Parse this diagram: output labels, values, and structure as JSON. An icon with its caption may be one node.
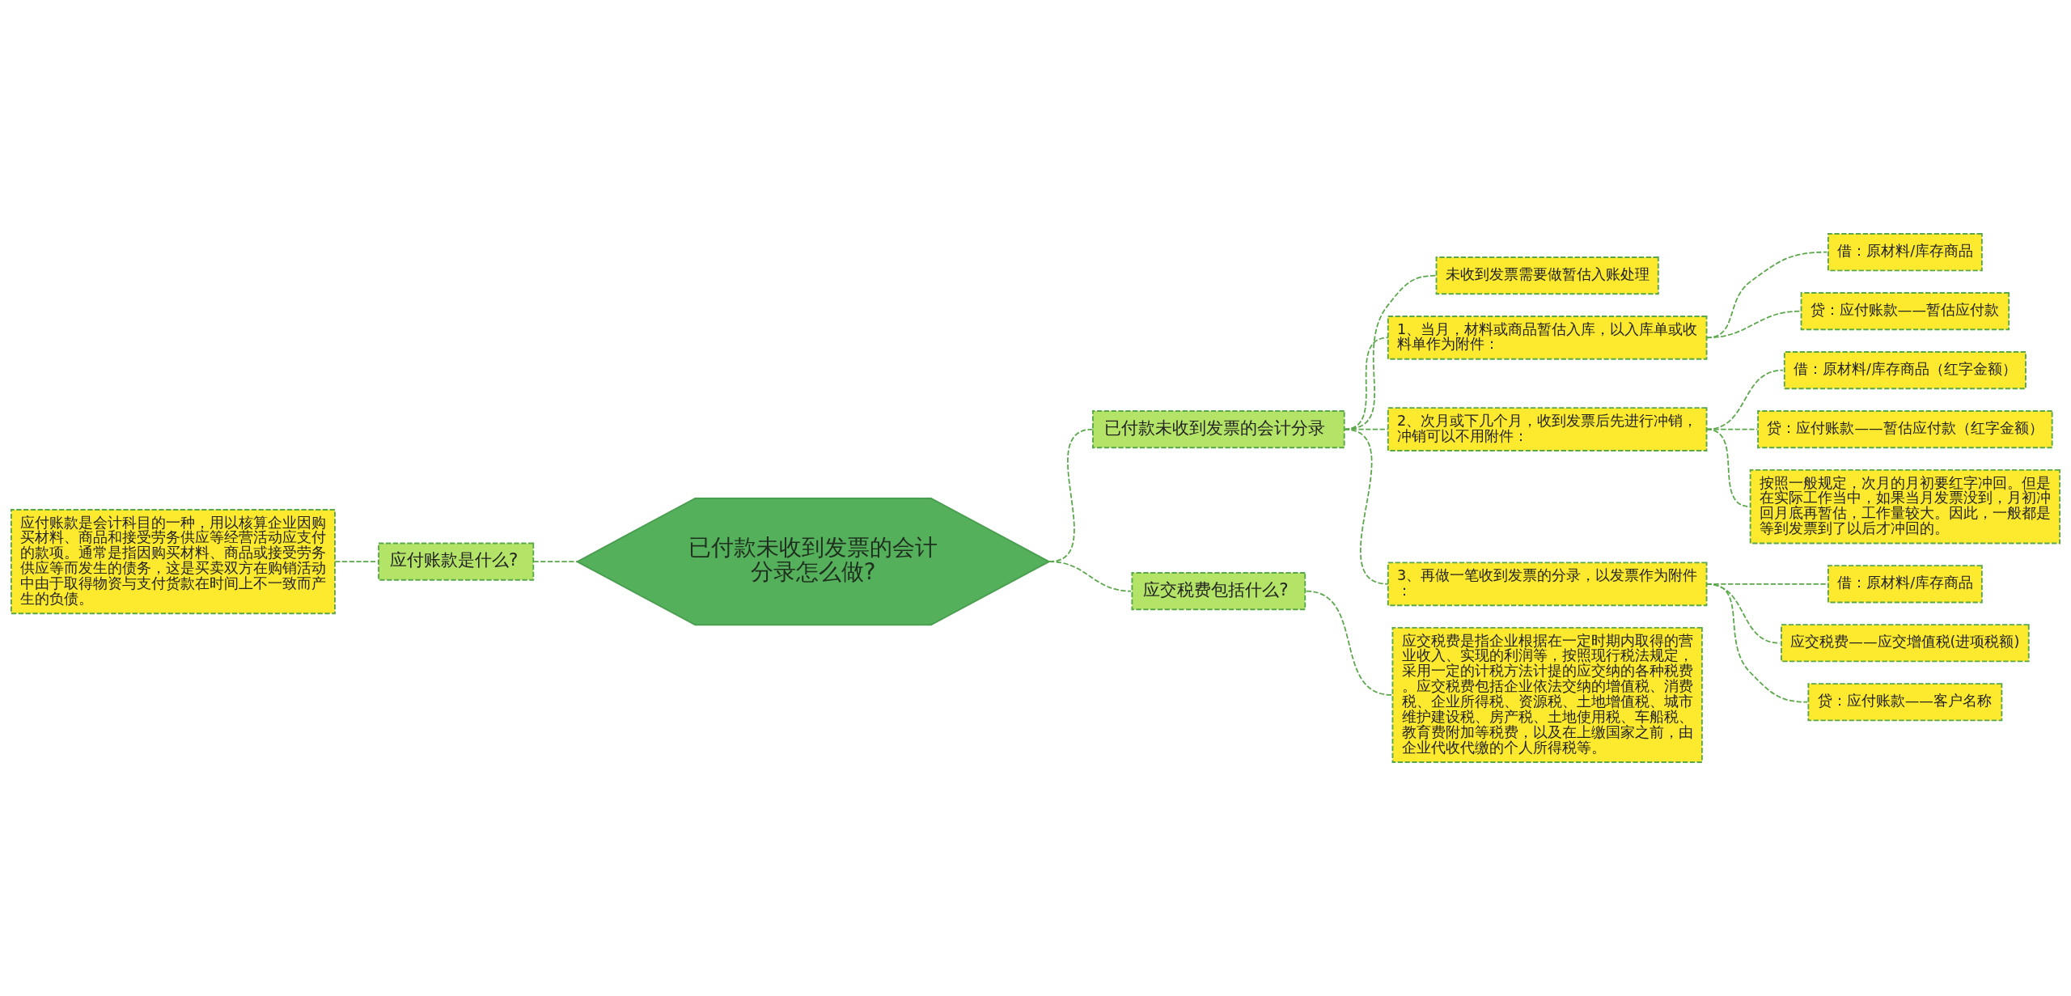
{
  "diagram": {
    "nodes": [
      {
        "text": [
          "已付款未收到发票的会计分录怎么做?"
        ]
      },
      {
        "text": [
          "应付账款是什么?"
        ]
      },
      {
        "text": [
          "应付账款是会计科目的一种，用以核算企业因购买材料、商品和接受劳务供应等经营活动应支付的款项。通常是指因购买材料、商品或接受劳务供应等而发生的债务，这是买卖双方在购销活动中由于取得物资与支付货款在时间上不一致而产生的负债。"
        ]
      },
      {
        "text": [
          "已付款未收到发票的会计分录"
        ]
      },
      {
        "text": [
          "未收到发票需要做暂估入账处理"
        ]
      },
      {
        "text": [
          "1、当月，材料或商品暂估入库，以入库单或收料单作为附件："
        ]
      },
      {
        "text": [
          "借：原材料/库存商品"
        ]
      },
      {
        "text": [
          "贷：应付账款——暂估应付款"
        ]
      },
      {
        "text": [
          "2、次月或下几个月，收到发票后先进行冲销，冲销可以不用附件："
        ]
      },
      {
        "text": [
          "借：原材料/库存商品（红字金额）"
        ]
      },
      {
        "text": [
          "贷：应付账款——暂估应付款（红字金额）"
        ]
      },
      {
        "text": [
          "按照一般规定，次月的月初要红字冲回。但是在实际工作当中，如果当月发票没到，月初冲回月底再暂估，工作量较大。因此，一般都是等到发票到了以后才冲回的。"
        ]
      },
      {
        "text": [
          "3、再做一笔收到发票的分录，以发票作为附件："
        ]
      },
      {
        "text": [
          "借：原材料/库存商品"
        ]
      },
      {
        "text": [
          "应交税费——应交增值税(进项税额)"
        ]
      },
      {
        "text": [
          "贷：应付账款——客户名称"
        ]
      },
      {
        "text": [
          "应交税费包括什么?"
        ]
      },
      {
        "text": [
          "应交税费是指企业根据在一定时期内取得的营业收入、实现的利润等，按照现行税法规定，采用一定的计税方法计提的应交纳的各种税费。应交税费包括企业依法交纳的增值税、消费税、企业所得税、资源税、土地增值税、城市维护建设税、房产税、土地使用税、车船税、教育费附加等税费，以及在上缴国家之前，由企业代收代缴的个人所得税等。"
        ]
      }
    ],
    "edges": [
      {
        "from": 0,
        "to": 1,
        "arrow": "none",
        "style": "dashed"
      },
      {
        "from": 1,
        "to": 2,
        "arrow": "none",
        "style": "dashed"
      },
      {
        "from": 0,
        "to": 3,
        "arrow": "none",
        "style": "dashed"
      },
      {
        "from": 3,
        "to": 4,
        "arrow": "none",
        "style": "dashed"
      },
      {
        "from": 3,
        "to": 5,
        "arrow": "none",
        "style": "dashed"
      },
      {
        "from": 5,
        "to": 6,
        "arrow": "none",
        "style": "dashed"
      },
      {
        "from": 5,
        "to": 7,
        "arrow": "none",
        "style": "dashed"
      },
      {
        "from": 3,
        "to": 8,
        "arrow": "none",
        "style": "dashed"
      },
      {
        "from": 8,
        "to": 9,
        "arrow": "none",
        "style": "dashed"
      },
      {
        "from": 8,
        "to": 10,
        "arrow": "none",
        "style": "dashed"
      },
      {
        "from": 8,
        "to": 11,
        "arrow": "none",
        "style": "dashed"
      },
      {
        "from": 3,
        "to": 12,
        "arrow": "none",
        "style": "dashed"
      },
      {
        "from": 12,
        "to": 13,
        "arrow": "none",
        "style": "dashed"
      },
      {
        "from": 12,
        "to": 14,
        "arrow": "none",
        "style": "dashed"
      },
      {
        "from": 12,
        "to": 15,
        "arrow": "none",
        "style": "dashed"
      },
      {
        "from": 0,
        "to": 16,
        "arrow": "none",
        "style": "dashed"
      },
      {
        "from": 16,
        "to": 17,
        "arrow": "none",
        "style": "dashed"
      }
    ]
  }
}
